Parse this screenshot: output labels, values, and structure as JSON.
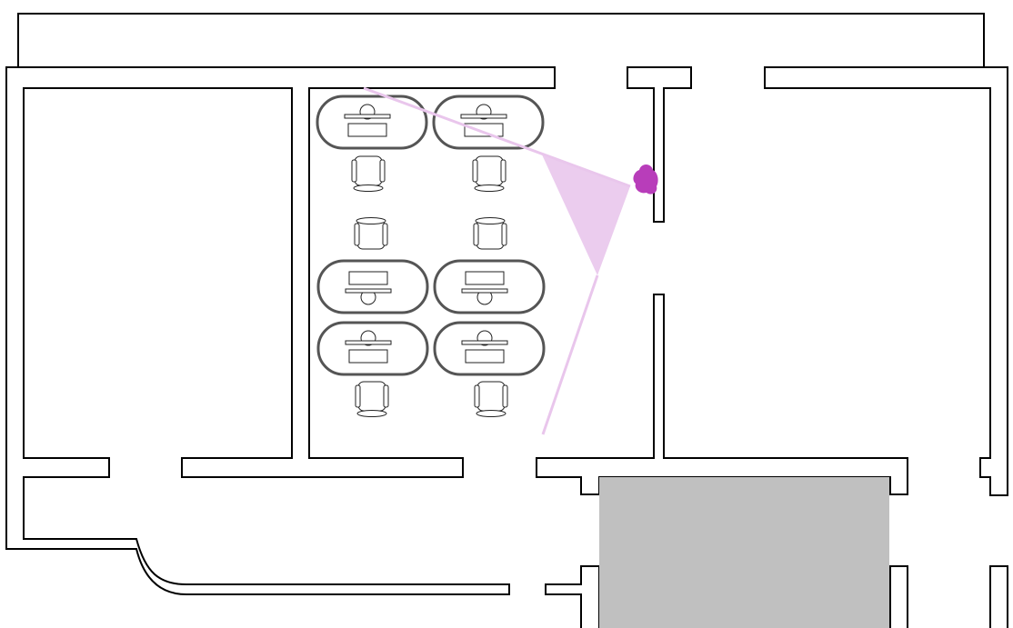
{
  "scene": {
    "colors": {
      "wall": "#000000",
      "background": "#ffffff",
      "blocked_area": "#c0c0c0",
      "agent": "#b83dba",
      "view_cone": "#e9c6ec",
      "desk_outline": "#555555"
    },
    "agent": {
      "icon": "agent-blob",
      "facing": "left"
    },
    "desk_count": 6,
    "chair_count": 6
  }
}
